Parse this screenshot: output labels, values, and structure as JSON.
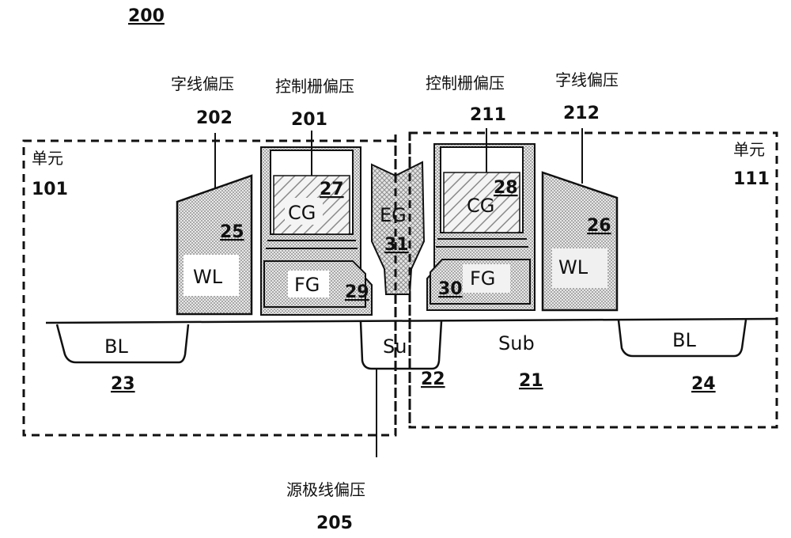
{
  "figure_number": "200",
  "colors": {
    "ink": "#111111",
    "gate_fill": "#ffffff",
    "stipple": "#bdbdbd",
    "hatch": "#888888"
  },
  "cells": {
    "left": {
      "label": "单元",
      "number": "101"
    },
    "right": {
      "label": "单元",
      "number": "111"
    }
  },
  "bias_labels": {
    "wl_left": {
      "text": "字线偏压",
      "number": "202"
    },
    "cg_left": {
      "text": "控制栅偏压",
      "number": "201"
    },
    "cg_right": {
      "text": "控制栅偏压",
      "number": "211"
    },
    "wl_right": {
      "text": "字线偏压",
      "number": "212"
    },
    "source": {
      "text": "源极线偏压",
      "number": "205"
    }
  },
  "regions": {
    "wl_left": {
      "label": "WL",
      "number": "25"
    },
    "cg_left": {
      "label": "CG",
      "number": "27"
    },
    "fg_left": {
      "label": "FG",
      "number": "29"
    },
    "eg": {
      "label": "EG",
      "number": "31"
    },
    "cg_right": {
      "label": "CG",
      "number": "28"
    },
    "fg_right": {
      "label": "FG",
      "number": "30"
    },
    "wl_right": {
      "label": "WL",
      "number": "26"
    },
    "bl_left": {
      "label": "BL",
      "number": "23"
    },
    "bl_right": {
      "label": "BL",
      "number": "24"
    },
    "su": {
      "label": "Su",
      "number": "22"
    },
    "sub": {
      "label": "Sub",
      "number": "21"
    }
  }
}
